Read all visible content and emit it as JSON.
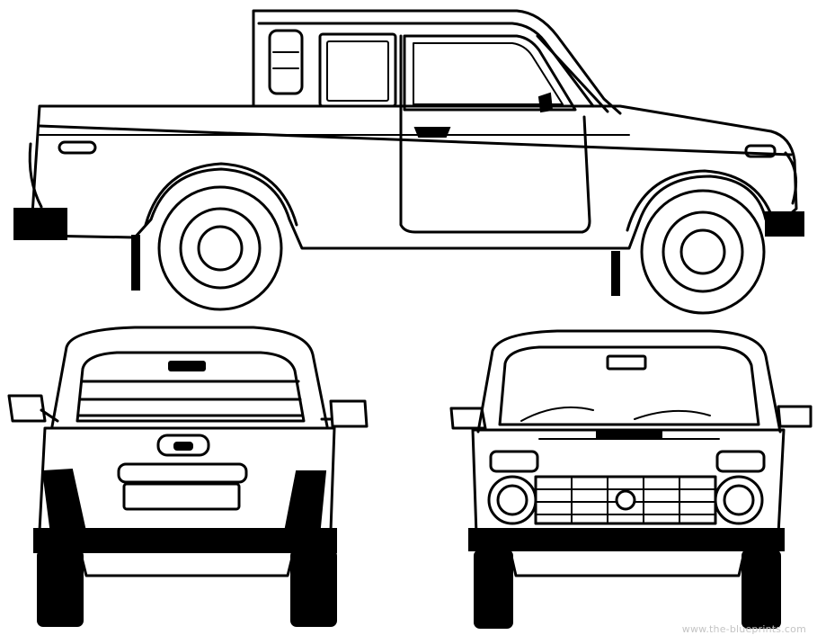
{
  "image": {
    "views": [
      "side-view",
      "rear-view",
      "front-view"
    ],
    "background_color": "#ffffff",
    "line_color": "#000000"
  },
  "watermark": {
    "text": "www.the-blueprints.com",
    "color": "#c4c4c4"
  }
}
